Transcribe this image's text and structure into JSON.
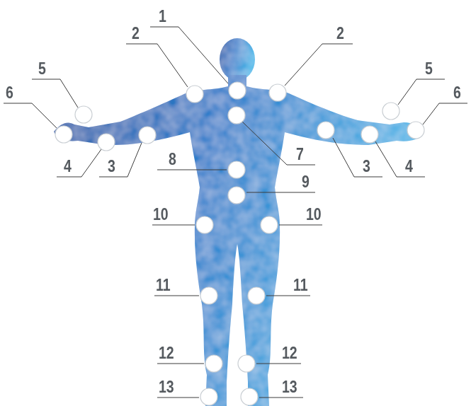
{
  "diagram": {
    "labels": [
      "1",
      "2",
      "2",
      "5",
      "5",
      "6",
      "6",
      "4",
      "3",
      "7",
      "3",
      "4",
      "8",
      "9",
      "10",
      "10",
      "11",
      "11",
      "12",
      "12",
      "13",
      "13"
    ]
  }
}
